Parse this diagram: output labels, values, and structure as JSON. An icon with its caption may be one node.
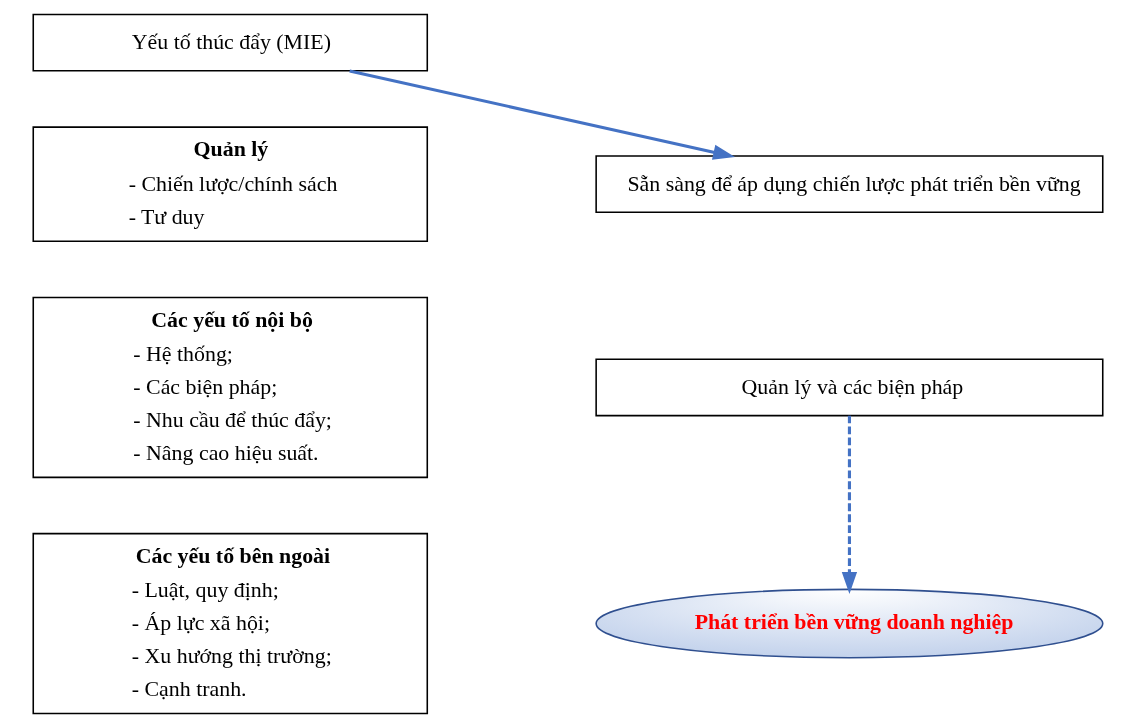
{
  "diagram": {
    "nodes": [
      {
        "text": [
          "Yếu tố thúc đẩy (MIE)"
        ]
      },
      {
        "text": [
          "Quản lý",
          "- Chiến lược/chính sách",
          "- Tư duy"
        ]
      },
      {
        "text": [
          "Các yếu tố nội bộ",
          "- Hệ thống;",
          "- Các biện pháp;",
          "- Nhu cầu để thúc đẩy;",
          "- Nâng cao hiệu suất."
        ]
      },
      {
        "text": [
          "Các yếu tố bên ngoài",
          "- Luật, quy định;",
          "- Áp lực xã hội;",
          "- Xu hướng thị trường;",
          "- Cạnh tranh."
        ]
      },
      {
        "text": [
          "Sẵn sàng để áp dụng chiến lược phát triển bền vững"
        ]
      },
      {
        "text": [
          "Quản lý và các biện pháp"
        ]
      },
      {
        "text": [
          "Phát triển bền vững doanh nghiệp"
        ]
      }
    ],
    "edges": [
      {
        "from": 0,
        "to": 4,
        "arrow": "to",
        "color": "#4472c4"
      },
      {
        "from": 5,
        "to": 6,
        "arrow": "to",
        "style": "dashed",
        "color": "#4472c4"
      }
    ]
  }
}
